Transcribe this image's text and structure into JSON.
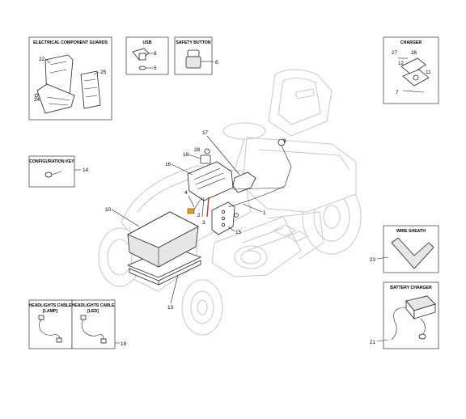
{
  "boxes": {
    "electrical_guards": {
      "title": "ELECTRICAL COMPONENT GUARDS",
      "refs": [
        "22",
        "25",
        "24"
      ]
    },
    "usb": {
      "title": "USB",
      "refs": [
        "8",
        "5"
      ]
    },
    "safety_button": {
      "title": "SAFETY BUTTON",
      "refs": [
        "6"
      ]
    },
    "charger": {
      "title": "CHARGER",
      "refs": [
        "27",
        "26",
        "12",
        "11",
        "7"
      ]
    },
    "configuration_key": {
      "title": "CONFIGURATION KEY",
      "refs": [
        "14"
      ]
    },
    "wire_sheath": {
      "title": "WIRE SHEATH",
      "refs": [
        "23"
      ]
    },
    "battery_charger": {
      "title": "BATTERY CHARGER",
      "refs": [
        "21"
      ]
    },
    "headlights_lamp": {
      "title_line1": "HEADLIGHTS CABLE",
      "title_line2": "[LAMP]"
    },
    "headlights_led": {
      "title_line1": "HEADLIGHTS CABLE",
      "title_line2": "[LED]"
    },
    "headlights_ref": "19"
  },
  "main_refs": [
    "17",
    "9",
    "28",
    "18",
    "16",
    "4",
    "2",
    "3",
    "1",
    "10",
    "15",
    "13"
  ]
}
